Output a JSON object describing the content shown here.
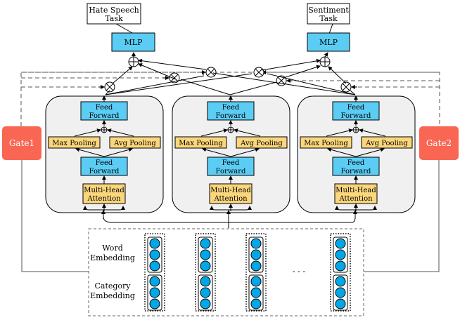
{
  "tasks": {
    "left": {
      "line1": "Hate Speech",
      "line2": "Task"
    },
    "right": {
      "line1": "Sentiment",
      "line2": "Task"
    }
  },
  "mlp_label": "MLP",
  "gates": {
    "left": "Gate1",
    "right": "Gate2"
  },
  "expert_block": {
    "feed_forward": {
      "line1": "Feed",
      "line2": "Forward"
    },
    "max_pooling": "Max Pooling",
    "avg_pooling": "Avg Pooling",
    "attention": {
      "line1": "Multi-Head",
      "line2": "Attention"
    }
  },
  "experts_count": 3,
  "embedding": {
    "word": {
      "line1": "Word",
      "line2": "Embedding"
    },
    "category": {
      "line1": "Category",
      "line2": "Embedding"
    },
    "ellipsis": "- - -",
    "columns": 4,
    "nodes_per_group": 3
  },
  "colors": {
    "blue_box": "#5bcdf5",
    "yellow_box": "#fbd67c",
    "gate": "#f96654",
    "expert_bg": "#f0f0f0",
    "node": "#00a8e8"
  }
}
